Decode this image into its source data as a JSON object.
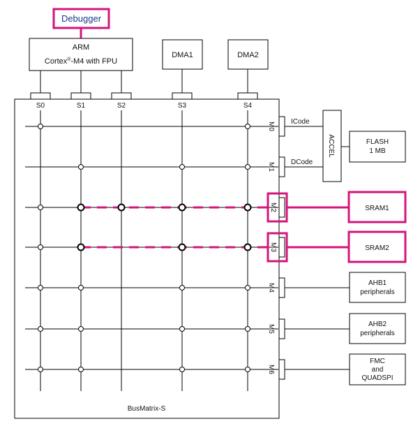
{
  "debugger": {
    "label": "Debugger"
  },
  "masters": {
    "arm": {
      "line1": "ARM",
      "line2_prefix": "Cortex",
      "line2_sup": "®",
      "line2_suffix": "-M4 with FPU"
    },
    "dma1": "DMA1",
    "dma2": "DMA2"
  },
  "slave_ports": [
    "S0",
    "S1",
    "S2",
    "S3",
    "S4"
  ],
  "master_ports": [
    "M0",
    "M1",
    "M2",
    "M3",
    "M4",
    "M5",
    "M6"
  ],
  "buses": {
    "icode": "ICode",
    "dcode": "DCode"
  },
  "accel": "ACCEL",
  "targets": {
    "flash": {
      "line1": "FLASH",
      "line2": "1 MB"
    },
    "sram1": "SRAM1",
    "sram2": "SRAM2",
    "ahb1": {
      "line1": "AHB1",
      "line2": "peripherals"
    },
    "ahb2": {
      "line1": "AHB2",
      "line2": "peripherals"
    },
    "fmc": {
      "line1": "FMC",
      "line2": "and",
      "line3": "QUADSPI"
    }
  },
  "matrix_label": "BusMatrix-S",
  "colors": {
    "highlight": "#d4147c",
    "line": "#000000",
    "text_blue": "#1a3a8a"
  }
}
